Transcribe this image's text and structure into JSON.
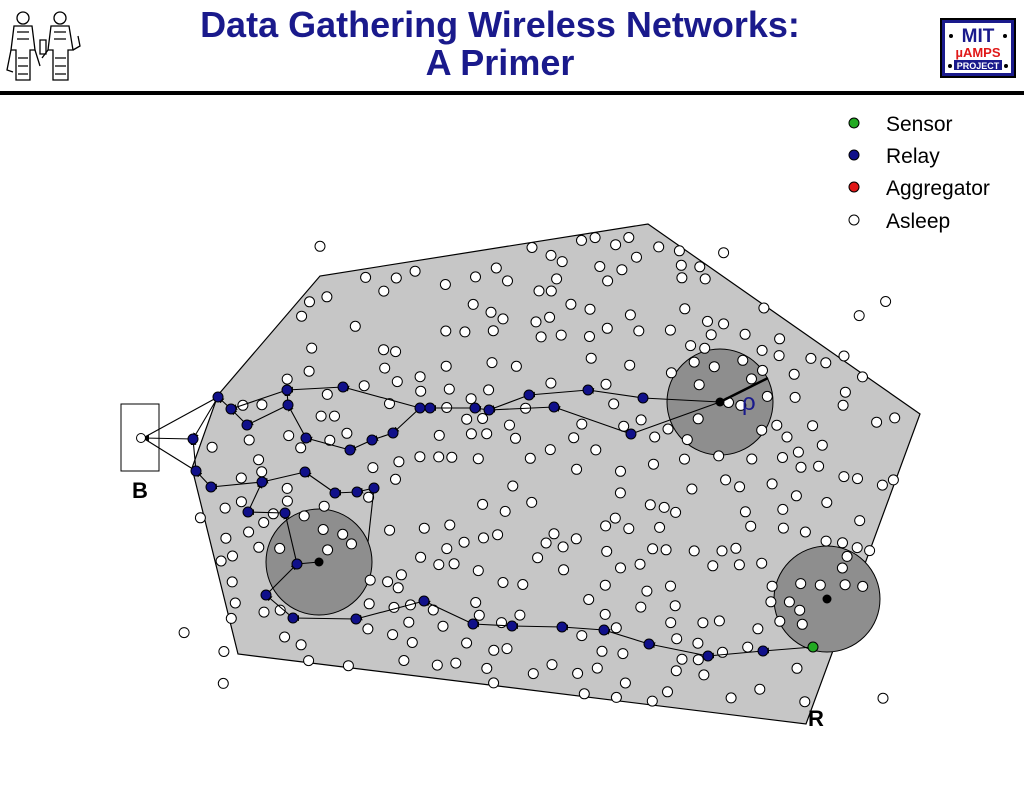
{
  "title": {
    "line1": "Data Gathering Wireless Networks:",
    "line2": "A Primer"
  },
  "logos": {
    "left": {
      "icon": "mit-seal-icon"
    },
    "right": {
      "line1": "MIT",
      "line2": "µAMPS",
      "line3": "PROJECT"
    }
  },
  "legend": {
    "items": [
      {
        "key": "sensor",
        "label": "Sensor",
        "color": "#22aa22",
        "filled": true
      },
      {
        "key": "relay",
        "label": "Relay",
        "color": "#10108a",
        "filled": true
      },
      {
        "key": "aggregator",
        "label": "Aggregator",
        "color": "#e01818",
        "filled": true
      },
      {
        "key": "asleep",
        "label": "Asleep",
        "color": "#ffffff",
        "filled": false
      }
    ]
  },
  "diagram": {
    "base_station_label": "B",
    "region_label": "R",
    "radius_label": "ρ",
    "colors": {
      "region": "#c6c6c6",
      "cluster": "#8e8e8e",
      "relay": "#10108a",
      "sensor": "#22aa22",
      "text": "#000000"
    }
  }
}
